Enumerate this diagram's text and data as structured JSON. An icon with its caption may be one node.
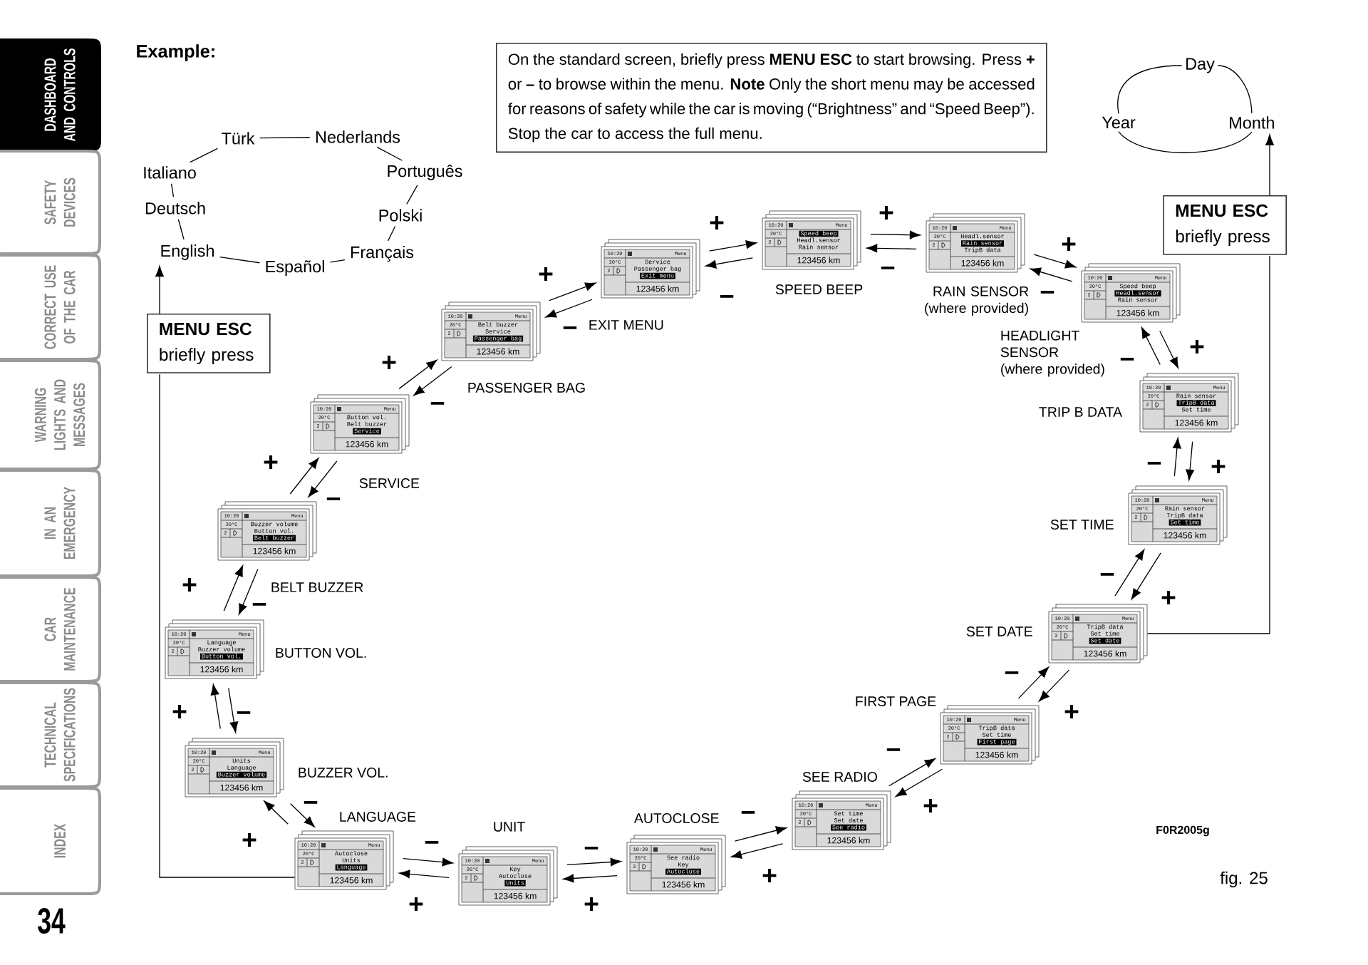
{
  "diagram": {
    "title": "Example:",
    "caption": "fig. 25",
    "nodes": [
      {
        "text": [
          "DASHBOARD AND CONTROLS"
        ]
      },
      {
        "text": [
          "SAFETY DEVICES"
        ]
      },
      {
        "text": [
          "CORRECT USE OF THE CAR"
        ]
      },
      {
        "text": [
          "WARNING LIGHTS AND MESSAGES"
        ]
      },
      {
        "text": [
          "IN AN EMERGENCY"
        ]
      },
      {
        "text": [
          "CAR MAINTENANCE"
        ]
      },
      {
        "text": [
          "TECHNICAL SPECIFICATIONS"
        ]
      },
      {
        "text": [
          "INDEX"
        ]
      },
      {
        "text": [
          "On the standard screen, briefly press **MENU ESC** to start browsing. Press **+** or **–** to browse within the menu. **Note** Only the short menu may be accessed for reasons of safety while the car is moving (“Brightness” and “Speed Beep”). Stop the car to access the full menu."
        ]
      },
      {
        "text": [
          "Day"
        ]
      },
      {
        "text": [
          "Year"
        ]
      },
      {
        "text": [
          "Month"
        ]
      },
      {
        "text": [
          "Türk"
        ]
      },
      {
        "text": [
          "Nederlands"
        ]
      },
      {
        "text": [
          "Italiano"
        ]
      },
      {
        "text": [
          "Português"
        ]
      },
      {
        "text": [
          "Deutsch"
        ]
      },
      {
        "text": [
          "Polski"
        ]
      },
      {
        "text": [
          "English"
        ]
      },
      {
        "text": [
          "Español"
        ]
      },
      {
        "text": [
          "Français"
        ]
      },
      {
        "text": [
          "MENU ESC",
          "briefly press"
        ]
      },
      {
        "text": [
          "MENU ESC",
          "briefly press"
        ]
      },
      {
        "text": [
          "10:20",
          "Menu",
          "20°C",
          "2",
          "Service",
          "Passenger bag",
          "Exit menu",
          "123456 km"
        ],
        "beside": [
          "EXIT MENU"
        ]
      },
      {
        "text": [
          "10:20",
          "Menu",
          "20°C",
          "2",
          "Speed beep",
          "Headl.sensor",
          "Rain sensor",
          "123456 km"
        ],
        "beside": [
          "SPEED BEEP"
        ]
      },
      {
        "text": [
          "10:20",
          "Menu",
          "20°C",
          "2",
          "Headl.sensor",
          "Rain sensor",
          "TripB data",
          "123456 km"
        ],
        "beside": [
          "RAIN SENSOR",
          "(where provided)"
        ]
      },
      {
        "text": [
          "10:20",
          "Menu",
          "20°C",
          "2",
          "Speed beep",
          "Headl.sensor",
          "Rain sensor",
          "123456 km"
        ],
        "beside": [
          "HEADLIGHT SENSOR",
          "(where provided)"
        ]
      },
      {
        "text": [
          "10:20",
          "Menu",
          "20°C",
          "2",
          "Rain sensor",
          "TripB data",
          "Set time",
          "123456 km"
        ],
        "beside": [
          "TRIP B DATA"
        ]
      },
      {
        "text": [
          "10:20",
          "Menu",
          "20°C",
          "2",
          "Rain sensor",
          "TripB data",
          "Set time",
          "123456 km"
        ],
        "beside": [
          "SET TIME"
        ]
      },
      {
        "text": [
          "10:20",
          "Menu",
          "20°C",
          "2",
          "TripB data",
          "Set time",
          "Set date",
          "123456 km"
        ],
        "beside": [
          "SET DATE"
        ]
      },
      {
        "text": [
          "10:20",
          "Menu",
          "20°C",
          "2",
          "TripB data",
          "Set time",
          "First page",
          "123456 km"
        ],
        "beside": [
          "FIRST PAGE"
        ]
      },
      {
        "text": [
          "10:20",
          "Menu",
          "20°C",
          "2",
          "Set time",
          "Set date",
          "See radio",
          "123456 km"
        ],
        "beside": [
          "SEE RADIO"
        ]
      },
      {
        "text": [
          "10:20",
          "Menu",
          "20°C",
          "2",
          "See radio",
          "Key",
          "Autoclose",
          "123456 km"
        ],
        "beside": [
          "AUTOCLOSE"
        ]
      },
      {
        "text": [
          "10:20",
          "Menu",
          "20°C",
          "2",
          "Key",
          "Autoclose",
          "Units",
          "123456 km"
        ],
        "beside": [
          "UNIT"
        ]
      },
      {
        "text": [
          "10:20",
          "Menu",
          "20°C",
          "2",
          "Autoclose",
          "Units",
          "Language",
          "123456 km"
        ],
        "beside": [
          "LANGUAGE"
        ]
      },
      {
        "text": [
          "10:20",
          "Menu",
          "20°C",
          "2",
          "Units",
          "Language",
          "Buzzer volume",
          "123456 km"
        ],
        "beside": [
          "BUZZER VOL."
        ]
      },
      {
        "text": [
          "10:20",
          "Menu",
          "20°C",
          "2",
          "Language",
          "Buzzer volume",
          "Button vol.",
          "123456 km"
        ],
        "beside": [
          "BUTTON VOL."
        ]
      },
      {
        "text": [
          "10:20",
          "Menu",
          "20°C",
          "2",
          "Buzzer volume",
          "Button vol.",
          "Belt buzzer",
          "123456 km"
        ],
        "beside": [
          "BELT BUZZER"
        ]
      },
      {
        "text": [
          "10:20",
          "Menu",
          "20°C",
          "2",
          "Button vol.",
          "Belt buzzer",
          "Service",
          "123456 km"
        ],
        "beside": [
          "SERVICE"
        ]
      },
      {
        "text": [
          "10:20",
          "Menu",
          "20°C",
          "2",
          "Belt buzzer",
          "Service",
          "Passenger bag",
          "123456 km"
        ],
        "beside": [
          "PASSENGER BAG"
        ]
      }
    ],
    "edges": [
      {
        "from": 14,
        "to": 12,
        "arrow": "none"
      },
      {
        "from": 12,
        "to": 13,
        "arrow": "none"
      },
      {
        "from": 13,
        "to": 15,
        "arrow": "none"
      },
      {
        "from": 15,
        "to": 17,
        "arrow": "none"
      },
      {
        "from": 17,
        "to": 20,
        "arrow": "none"
      },
      {
        "from": 20,
        "to": 19,
        "arrow": "none"
      },
      {
        "from": 19,
        "to": 18,
        "arrow": "none"
      },
      {
        "from": 18,
        "to": 16,
        "arrow": "none"
      },
      {
        "from": 16,
        "to": 14,
        "arrow": "none"
      },
      {
        "from": 10,
        "to": 9,
        "arrow": "none"
      },
      {
        "from": 9,
        "to": 11,
        "arrow": "none"
      },
      {
        "from": 11,
        "to": 10,
        "arrow": "none"
      },
      {
        "from": 34,
        "to": 22,
        "arrow": "none"
      },
      {
        "from": 22,
        "to": 18,
        "arrow": "to"
      },
      {
        "from": 29,
        "to": 21,
        "arrow": "none"
      },
      {
        "from": 21,
        "to": 11,
        "arrow": "to"
      },
      {
        "from": 23,
        "to": 24,
        "arrow": "to",
        "label": "+"
      },
      {
        "from": 24,
        "to": 23,
        "arrow": "to",
        "label": "–"
      },
      {
        "from": 24,
        "to": 25,
        "arrow": "to",
        "label": "+"
      },
      {
        "from": 25,
        "to": 24,
        "arrow": "to",
        "label": "–"
      },
      {
        "from": 25,
        "to": 26,
        "arrow": "to",
        "label": "+"
      },
      {
        "from": 26,
        "to": 25,
        "arrow": "to",
        "label": "–"
      },
      {
        "from": 26,
        "to": 27,
        "arrow": "to",
        "label": "+"
      },
      {
        "from": 27,
        "to": 26,
        "arrow": "to",
        "label": "–"
      },
      {
        "from": 27,
        "to": 28,
        "arrow": "to",
        "label": "+"
      },
      {
        "from": 28,
        "to": 27,
        "arrow": "to",
        "label": "–"
      },
      {
        "from": 28,
        "to": 29,
        "arrow": "to",
        "label": "+"
      },
      {
        "from": 29,
        "to": 28,
        "arrow": "to",
        "label": "–"
      },
      {
        "from": 29,
        "to": 30,
        "arrow": "to",
        "label": "+"
      },
      {
        "from": 30,
        "to": 29,
        "arrow": "to",
        "label": "–"
      },
      {
        "from": 30,
        "to": 31,
        "arrow": "to",
        "label": "+"
      },
      {
        "from": 31,
        "to": 30,
        "arrow": "to",
        "label": "–"
      },
      {
        "from": 31,
        "to": 32,
        "arrow": "to",
        "label": "+"
      },
      {
        "from": 32,
        "to": 31,
        "arrow": "to",
        "label": "–"
      },
      {
        "from": 32,
        "to": 33,
        "arrow": "to",
        "label": "+"
      },
      {
        "from": 33,
        "to": 32,
        "arrow": "to",
        "label": "–"
      },
      {
        "from": 33,
        "to": 34,
        "arrow": "to",
        "label": "+"
      },
      {
        "from": 34,
        "to": 33,
        "arrow": "to",
        "label": "–"
      },
      {
        "from": 34,
        "to": 35,
        "arrow": "to",
        "label": "+"
      },
      {
        "from": 35,
        "to": 34,
        "arrow": "to",
        "label": "–"
      },
      {
        "from": 35,
        "to": 36,
        "arrow": "to",
        "label": "+"
      },
      {
        "from": 36,
        "to": 35,
        "arrow": "to",
        "label": "–"
      },
      {
        "from": 36,
        "to": 37,
        "arrow": "to",
        "label": "+"
      },
      {
        "from": 37,
        "to": 36,
        "arrow": "to",
        "label": "–"
      },
      {
        "from": 37,
        "to": 38,
        "arrow": "to",
        "label": "+"
      },
      {
        "from": 38,
        "to": 37,
        "arrow": "to",
        "label": "–"
      },
      {
        "from": 38,
        "to": 39,
        "arrow": "to",
        "label": "+"
      },
      {
        "from": 39,
        "to": 38,
        "arrow": "to",
        "label": "–"
      },
      {
        "from": 39,
        "to": 23,
        "arrow": "to",
        "label": "+"
      },
      {
        "from": 23,
        "to": 39,
        "arrow": "to",
        "label": "–"
      }
    ],
    "labels": [
      "F0R2005g",
      "34"
    ]
  }
}
